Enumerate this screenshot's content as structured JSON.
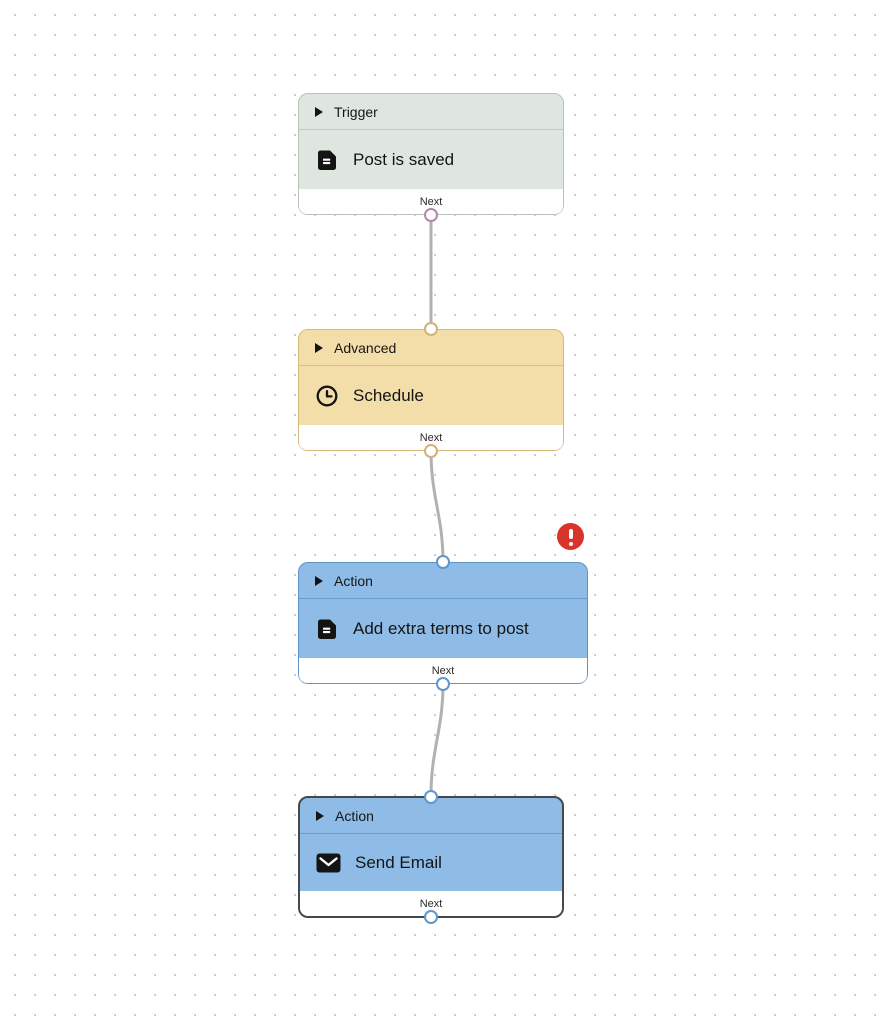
{
  "app": {
    "view": "workflow-editor-canvas"
  },
  "palette": {
    "canvas_background": "#ffffff",
    "grid_dot_color": "#cdcdcd",
    "wire_color": "#b3b0b5",
    "error_badge_color": "#d7342a",
    "trigger_node": {
      "background": "#dfe6df",
      "border": "#b7c3b7",
      "port": "#b287b2"
    },
    "advanced_node": {
      "background": "#f3dda9",
      "border": "#d7b97b",
      "port": "#d2b377"
    },
    "action_node": {
      "background": "#8fbce7",
      "border": "#5f94c9",
      "port": "#5e97cc"
    },
    "selected_border": "#45494d"
  },
  "nodes": [
    {
      "category": "Trigger",
      "title": "Post is saved",
      "icon": "document-icon",
      "output_label": "Next",
      "has_error": false,
      "selected": false
    },
    {
      "category": "Advanced",
      "title": "Schedule",
      "icon": "clock-icon",
      "output_label": "Next",
      "has_error": false,
      "selected": false
    },
    {
      "category": "Action",
      "title": "Add extra terms to post",
      "icon": "document-icon",
      "output_label": "Next",
      "has_error": true,
      "selected": false
    },
    {
      "category": "Action",
      "title": "Send Email",
      "icon": "envelope-icon",
      "output_label": "Next",
      "has_error": false,
      "selected": true
    }
  ],
  "connections": [
    {
      "from": "Post is saved",
      "to": "Schedule"
    },
    {
      "from": "Schedule",
      "to": "Add extra terms to post"
    },
    {
      "from": "Add extra terms to post",
      "to": "Send Email"
    }
  ]
}
